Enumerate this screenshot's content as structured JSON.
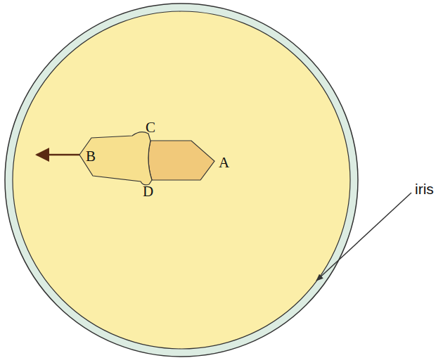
{
  "diagram": {
    "labels": [
      "B",
      "C",
      "A",
      "D",
      "iris"
    ]
  }
}
